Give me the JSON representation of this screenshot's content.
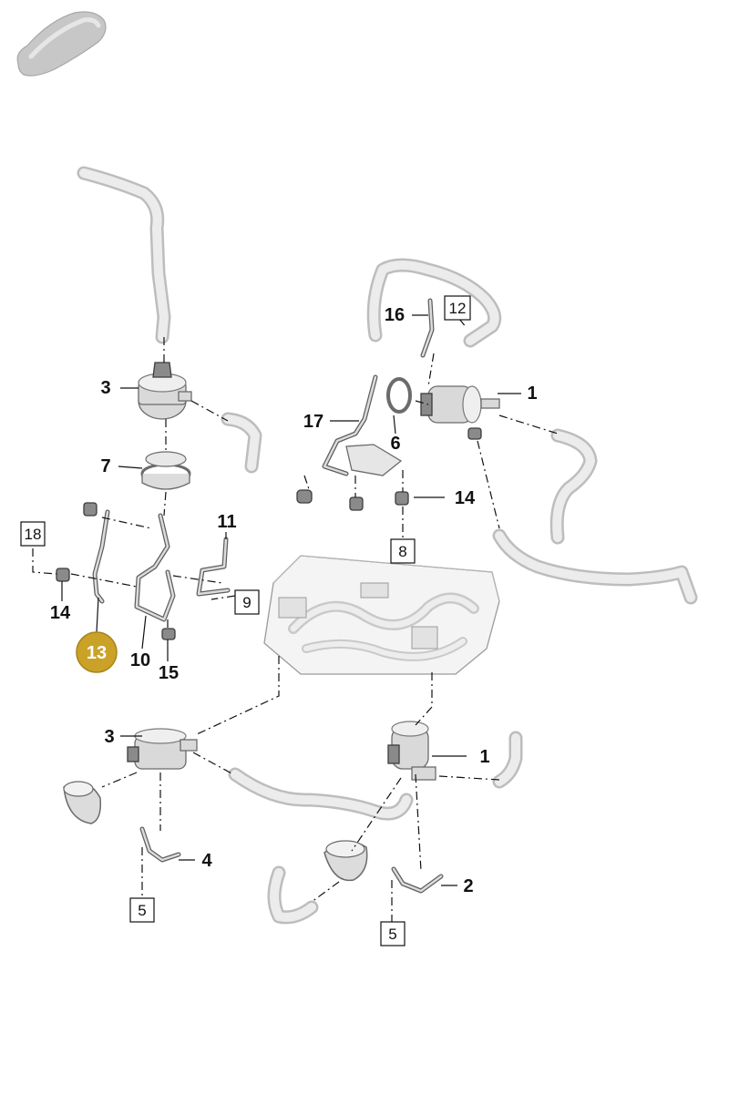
{
  "diagram": {
    "vehicle_thumbnail_icon": "car-silhouette-icon",
    "highlight_color": "#c9a227",
    "callouts": [
      {
        "id": "c1a",
        "label": "1"
      },
      {
        "id": "c1b",
        "label": "1"
      },
      {
        "id": "c2",
        "label": "2"
      },
      {
        "id": "c3a",
        "label": "3"
      },
      {
        "id": "c3b",
        "label": "3"
      },
      {
        "id": "c4",
        "label": "4"
      },
      {
        "id": "c6",
        "label": "6"
      },
      {
        "id": "c7",
        "label": "7"
      },
      {
        "id": "c10",
        "label": "10"
      },
      {
        "id": "c11",
        "label": "11"
      },
      {
        "id": "c14a",
        "label": "14"
      },
      {
        "id": "c14b",
        "label": "14"
      },
      {
        "id": "c15",
        "label": "15"
      },
      {
        "id": "c16",
        "label": "16"
      },
      {
        "id": "c17",
        "label": "17"
      }
    ],
    "boxed_callouts": [
      {
        "id": "b5a",
        "label": "5"
      },
      {
        "id": "b5b",
        "label": "5"
      },
      {
        "id": "b8",
        "label": "8"
      },
      {
        "id": "b9",
        "label": "9"
      },
      {
        "id": "b12",
        "label": "12"
      },
      {
        "id": "b18",
        "label": "18"
      }
    ],
    "highlighted_callout": {
      "label": "13"
    }
  }
}
